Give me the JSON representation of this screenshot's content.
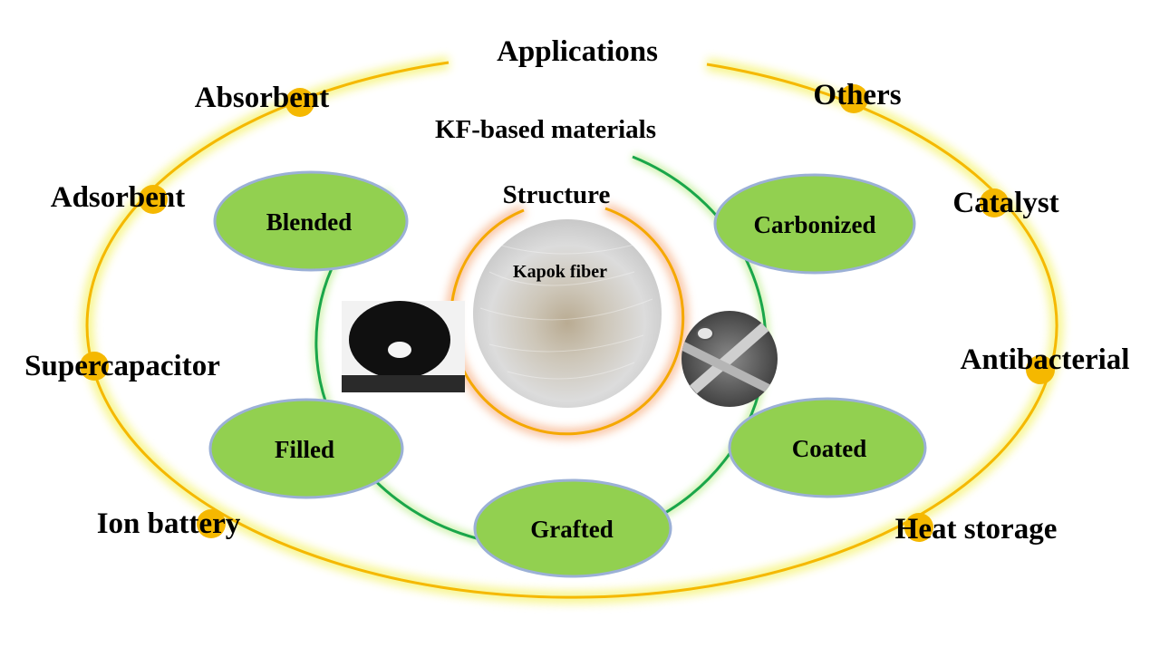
{
  "applications": {
    "title": "Applications",
    "items": [
      "Absorbent",
      "Adsorbent",
      "Supercapacitor",
      "Ion battery",
      "Others",
      "Catalyst",
      "Antibacterial",
      "Heat storage"
    ]
  },
  "materials": {
    "title": "KF-based materials",
    "items": [
      "Blended",
      "Carbonized",
      "Filled",
      "Coated",
      "Grafted"
    ]
  },
  "structure": {
    "title": "Structure",
    "fiber_label": "Kapok fiber"
  },
  "colors": {
    "outer_ring": "#f5b800",
    "outer_glow": "#f4f36a",
    "inner_ring": "#1aa64a",
    "inner_glow": "#c8f0a0",
    "node_fill": "#92d050",
    "node_stroke": "#9bb0d6",
    "dot": "#f5b800",
    "center_ring": "#f5a800",
    "center_glow": "#f7b48a"
  }
}
